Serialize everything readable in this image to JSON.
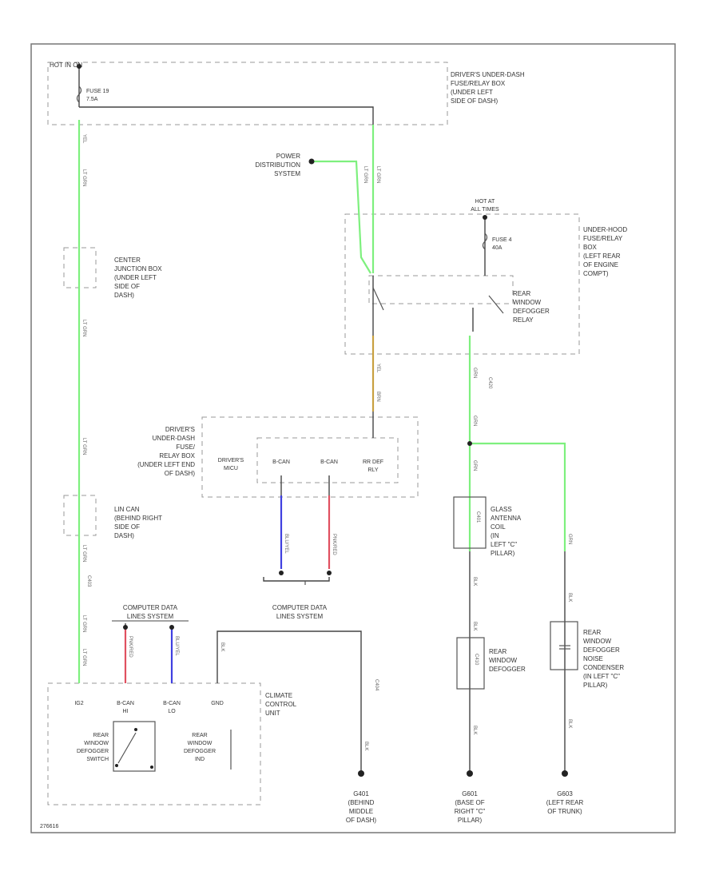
{
  "colors": {
    "wire_default": "#444444",
    "wire_green": "#7ef07e",
    "wire_orange": "#c8a040",
    "wire_blue": "#4040e0",
    "wire_red": "#e05060",
    "box_dash": "#999999"
  },
  "labels": {
    "hot_on": "HOT IN ON",
    "fuse19": [
      "FUSE 19",
      "7.5A"
    ],
    "drivers_box": [
      "DRIVER'S UNDER-DASH",
      "FUSE/RELAY BOX",
      "(UNDER LEFT",
      "SIDE OF DASH)"
    ],
    "power_dist": [
      "POWER",
      "DISTRIBUTION",
      "SYSTEM"
    ],
    "hot_all": [
      "HOT AT",
      "ALL TIMES"
    ],
    "fuse4": [
      "FUSE 4",
      "40A"
    ],
    "underhood": [
      "UNDER-HOOD",
      "FUSE/RELAY",
      "BOX",
      "(LEFT REAR",
      "OF ENGINE",
      "COMPT)"
    ],
    "relay": [
      "REAR",
      "WINDOW",
      "DEFOGGER",
      "RELAY"
    ],
    "center_jb": [
      "CENTER",
      "JUNCTION BOX",
      "(UNDER LEFT",
      "SIDE OF",
      "DASH)"
    ],
    "drivers_box2": [
      "DRIVER'S",
      "UNDER-DASH",
      "FUSE/",
      "RELAY BOX",
      "(UNDER LEFT END",
      "OF DASH)"
    ],
    "mod_cells": [
      [
        "DRIVER'S",
        "MICU"
      ],
      [
        "B-CAN"
      ],
      [
        "B-CAN"
      ],
      [
        "RR DEF",
        "RLY"
      ]
    ],
    "lin_can": [
      "LIN CAN",
      "(BEHIND RIGHT",
      "SIDE OF",
      "DASH)"
    ],
    "glass_ant": [
      "GLASS",
      "ANTENNA",
      "COIL",
      "(IN",
      "LEFT \"C\"",
      "PILLAR)"
    ],
    "cdl_left": [
      "COMPUTER DATA",
      "LINES SYSTEM"
    ],
    "cdl_center": [
      "COMPUTER DATA",
      "LINES SYSTEM"
    ],
    "ccu_pins": [
      "IG2",
      "B-CAN",
      "B-CAN",
      "GND"
    ],
    "ccu_sub": [
      "",
      "HI",
      "LO",
      ""
    ],
    "ccu_name": [
      "CLIMATE",
      "CONTROL",
      "UNIT"
    ],
    "rw_switch": [
      "REAR",
      "WINDOW",
      "DEFOGGER",
      "SWITCH"
    ],
    "rw_ind": [
      "REAR",
      "WINDOW",
      "DEFOGGER",
      "IND"
    ],
    "rw_defogger": [
      "REAR",
      "WINDOW",
      "DEFOGGER"
    ],
    "rw_noise": [
      "REAR",
      "WINDOW",
      "DEFOGGER",
      "NOISE",
      "CONDENSER",
      "(IN LEFT \"C\"",
      "PILLAR)"
    ],
    "g401": [
      "G401",
      "(BEHIND",
      "MIDDLE",
      "OF DASH)"
    ],
    "g601": [
      "G601",
      "(BASE OF",
      "RIGHT \"C\"",
      "PILLAR)"
    ],
    "g603": [
      "G603",
      "(LEFT REAR",
      "OF TRUNK)"
    ],
    "diagram_id": "276616",
    "wire_left": [
      "YEL",
      "LT GRN",
      "LT GRN",
      "LT GRN",
      "LT GRN",
      "LT GRN",
      "LT GRN"
    ],
    "wire_pwr": [
      "LT GRN",
      "LT GRN"
    ],
    "wire_mid": [
      "YEL",
      "BRN"
    ],
    "wire_right": [
      "GRN",
      "GRN",
      "GRN",
      "BLK",
      "BLK",
      "BLK"
    ],
    "wire_can": [
      "BLU/YEL",
      "PNK/RED",
      "PNK/RED",
      "BLU/YEL"
    ],
    "wire_noise": [
      "GRN",
      "BLK",
      "BLK"
    ],
    "wire_gnd": [
      "BLK",
      "BLK"
    ],
    "callouts": [
      "C403",
      "C420",
      "C401",
      "C410",
      "C404"
    ]
  }
}
